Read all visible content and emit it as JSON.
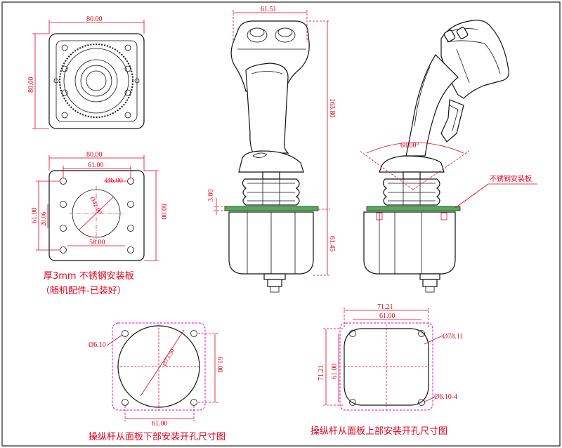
{
  "drawing": {
    "top_plate": {
      "width_label": "80.00",
      "height_label": "80.00"
    },
    "hole_plate": {
      "width_label": "80.00",
      "hole_spacing_label": "61.00",
      "hole_dia_label": "Ø6.00",
      "center_hole_label": "Ø42.00",
      "bottom_span_label": "58.00",
      "left_span_label": "61.00",
      "left_small_label": "20.06",
      "height_label": "80.00"
    },
    "plate_caption_line1": "厚3mm 不锈钢安装板",
    "plate_caption_line2": "（随机配件-已装好）",
    "front_view": {
      "top_width_label": "61.51",
      "total_height_label": "163.80",
      "plate_thickness_label": "3.00",
      "lower_height_label": "61.45"
    },
    "side_view": {
      "angle_label": "68.00°",
      "plate_label": "不锈钢安装板"
    },
    "bottom_cutout": {
      "hole_label": "Ø6.10",
      "center_label": "Ø73.50",
      "side_label": "61.00",
      "bottom_label": "61.00",
      "caption": "操纵杆从面板下部安装开孔尺寸图"
    },
    "top_cutout": {
      "outer_width_label": "71.21",
      "inner_width_label": "61.00",
      "diag_label": "Ø78.11",
      "outer_height_label": "71.21",
      "inner_height_label": "61.00",
      "hole_label": "Ø6.10-4",
      "caption": "操纵杆从面板上部安装开孔尺寸图"
    }
  }
}
